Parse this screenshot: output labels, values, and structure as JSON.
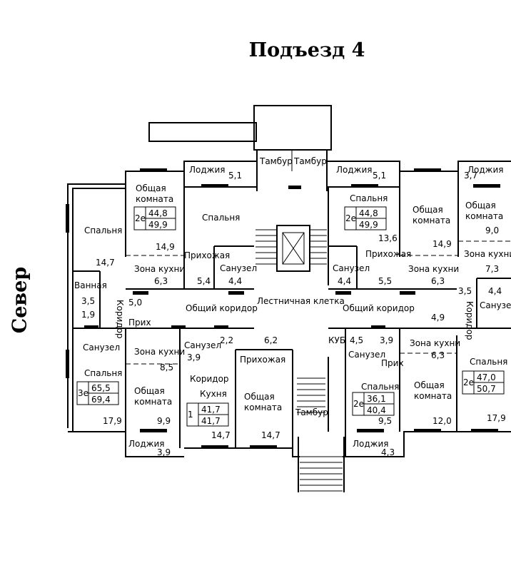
{
  "title": "Подъезд 4",
  "orientation": "Север",
  "rooms": [
    {
      "id": "l-tl",
      "label": "Лоджия",
      "area": "5,1"
    },
    {
      "id": "l-tr",
      "label": "Лоджия",
      "area": "5,1"
    },
    {
      "id": "l-tr2",
      "label": "Лоджия",
      "area": "3,7"
    },
    {
      "id": "tambur1",
      "label": "Тамбур",
      "area": ""
    },
    {
      "id": "tambur2",
      "label": "Тамбур",
      "area": ""
    },
    {
      "id": "tambur3",
      "label": "Тамбур",
      "area": ""
    },
    {
      "id": "obsh-tl",
      "label": "Общая комната",
      "area": "14,9"
    },
    {
      "id": "spal-tl",
      "label": "Спальня",
      "area": ""
    },
    {
      "id": "spal-l",
      "label": "Спальня",
      "area": "14,7"
    },
    {
      "id": "zona-tl",
      "label": "Зона кухни",
      "area": "6,3"
    },
    {
      "id": "prih-tl",
      "label": "Прихожая",
      "area": "5,4"
    },
    {
      "id": "san-tl",
      "label": "Санузел",
      "area": "4,4"
    },
    {
      "id": "vann",
      "label": "Ванная",
      "area": "3,5"
    },
    {
      "id": "kor-l",
      "label": "Коридор",
      "area": "5,0"
    },
    {
      "id": "q-1-9",
      "label": "",
      "area": "1,9"
    },
    {
      "id": "obkor-l",
      "label": "Общий коридор",
      "area": ""
    },
    {
      "id": "lest",
      "label": "Лестничная клетка",
      "area": ""
    },
    {
      "id": "obkor-r",
      "label": "Общий коридор",
      "area": ""
    },
    {
      "id": "spal-tr",
      "label": "Спальня",
      "area": "13,6"
    },
    {
      "id": "obsh-tr",
      "label": "Общая комната",
      "area": "14,9"
    },
    {
      "id": "obsh-tr2",
      "label": "Общая комната",
      "area": "9,0"
    },
    {
      "id": "prih-tr",
      "label": "Прихожая",
      "area": "5,5"
    },
    {
      "id": "san-tr",
      "label": "Санузел",
      "area": "4,4"
    },
    {
      "id": "zona-tr",
      "label": "Зона кухни",
      "area": "6,3"
    },
    {
      "id": "zona-tr2",
      "label": "Зона кухни",
      "area": "7,3"
    },
    {
      "id": "q-3-5",
      "label": "",
      "area": "3,5"
    },
    {
      "id": "san-r",
      "label": "Санузел",
      "area": "4,4"
    },
    {
      "id": "kor-r",
      "label": "Коридор",
      "area": "4,9"
    },
    {
      "id": "prih-bl",
      "label": "Прих",
      "area": ""
    },
    {
      "id": "san-bl",
      "label": "Санузел",
      "area": ""
    },
    {
      "id": "zona-bl",
      "label": "Зона кухни",
      "area": "8,5"
    },
    {
      "id": "spal-bl",
      "label": "Спальня",
      "area": "17,9"
    },
    {
      "id": "obsh-bl",
      "label": "Общая комната",
      "area": "9,9"
    },
    {
      "id": "l-bl",
      "label": "Лоджия",
      "area": "3,9"
    },
    {
      "id": "san-bm",
      "label": "Санузел",
      "area": "3,9"
    },
    {
      "id": "q-2-2",
      "label": "",
      "area": "2,2"
    },
    {
      "id": "prih-bm",
      "label": "Прихожая",
      "area": "6,2"
    },
    {
      "id": "kor-bm",
      "label": "Коридор",
      "area": ""
    },
    {
      "id": "kuh-bm",
      "label": "Кухня",
      "area": "14,7"
    },
    {
      "id": "obsh-bm",
      "label": "Общая комната",
      "area": "14,7"
    },
    {
      "id": "kub",
      "label": "КУБ",
      "area": "4,5"
    },
    {
      "id": "q-3-9",
      "label": "",
      "area": "3,9"
    },
    {
      "id": "san-br",
      "label": "Санузел",
      "area": ""
    },
    {
      "id": "prih-br",
      "label": "Прих",
      "area": ""
    },
    {
      "id": "spal-br",
      "label": "Спальня",
      "area": "9,5"
    },
    {
      "id": "l-br",
      "label": "Лоджия",
      "area": "4,3"
    },
    {
      "id": "zona-br",
      "label": "Зона кухни",
      "area": "6,3"
    },
    {
      "id": "obsh-br",
      "label": "Общая комната",
      "area": "12,0"
    },
    {
      "id": "spal-br2",
      "label": "Спальня",
      "area": "17,9"
    }
  ],
  "apartments": [
    {
      "id": "apt-tl",
      "rooms": "2е",
      "living": "44,8",
      "total": "49,9"
    },
    {
      "id": "apt-tr",
      "rooms": "2е",
      "living": "44,8",
      "total": "49,9"
    },
    {
      "id": "apt-l",
      "rooms": "3е",
      "living": "65,5",
      "total": "69,4"
    },
    {
      "id": "apt-bm",
      "rooms": "1",
      "living": "41,7",
      "total": "41,7"
    },
    {
      "id": "apt-br",
      "rooms": "2е",
      "living": "36,1",
      "total": "40,4"
    },
    {
      "id": "apt-r",
      "rooms": "2е",
      "living": "47,0",
      "total": "50,7"
    }
  ]
}
